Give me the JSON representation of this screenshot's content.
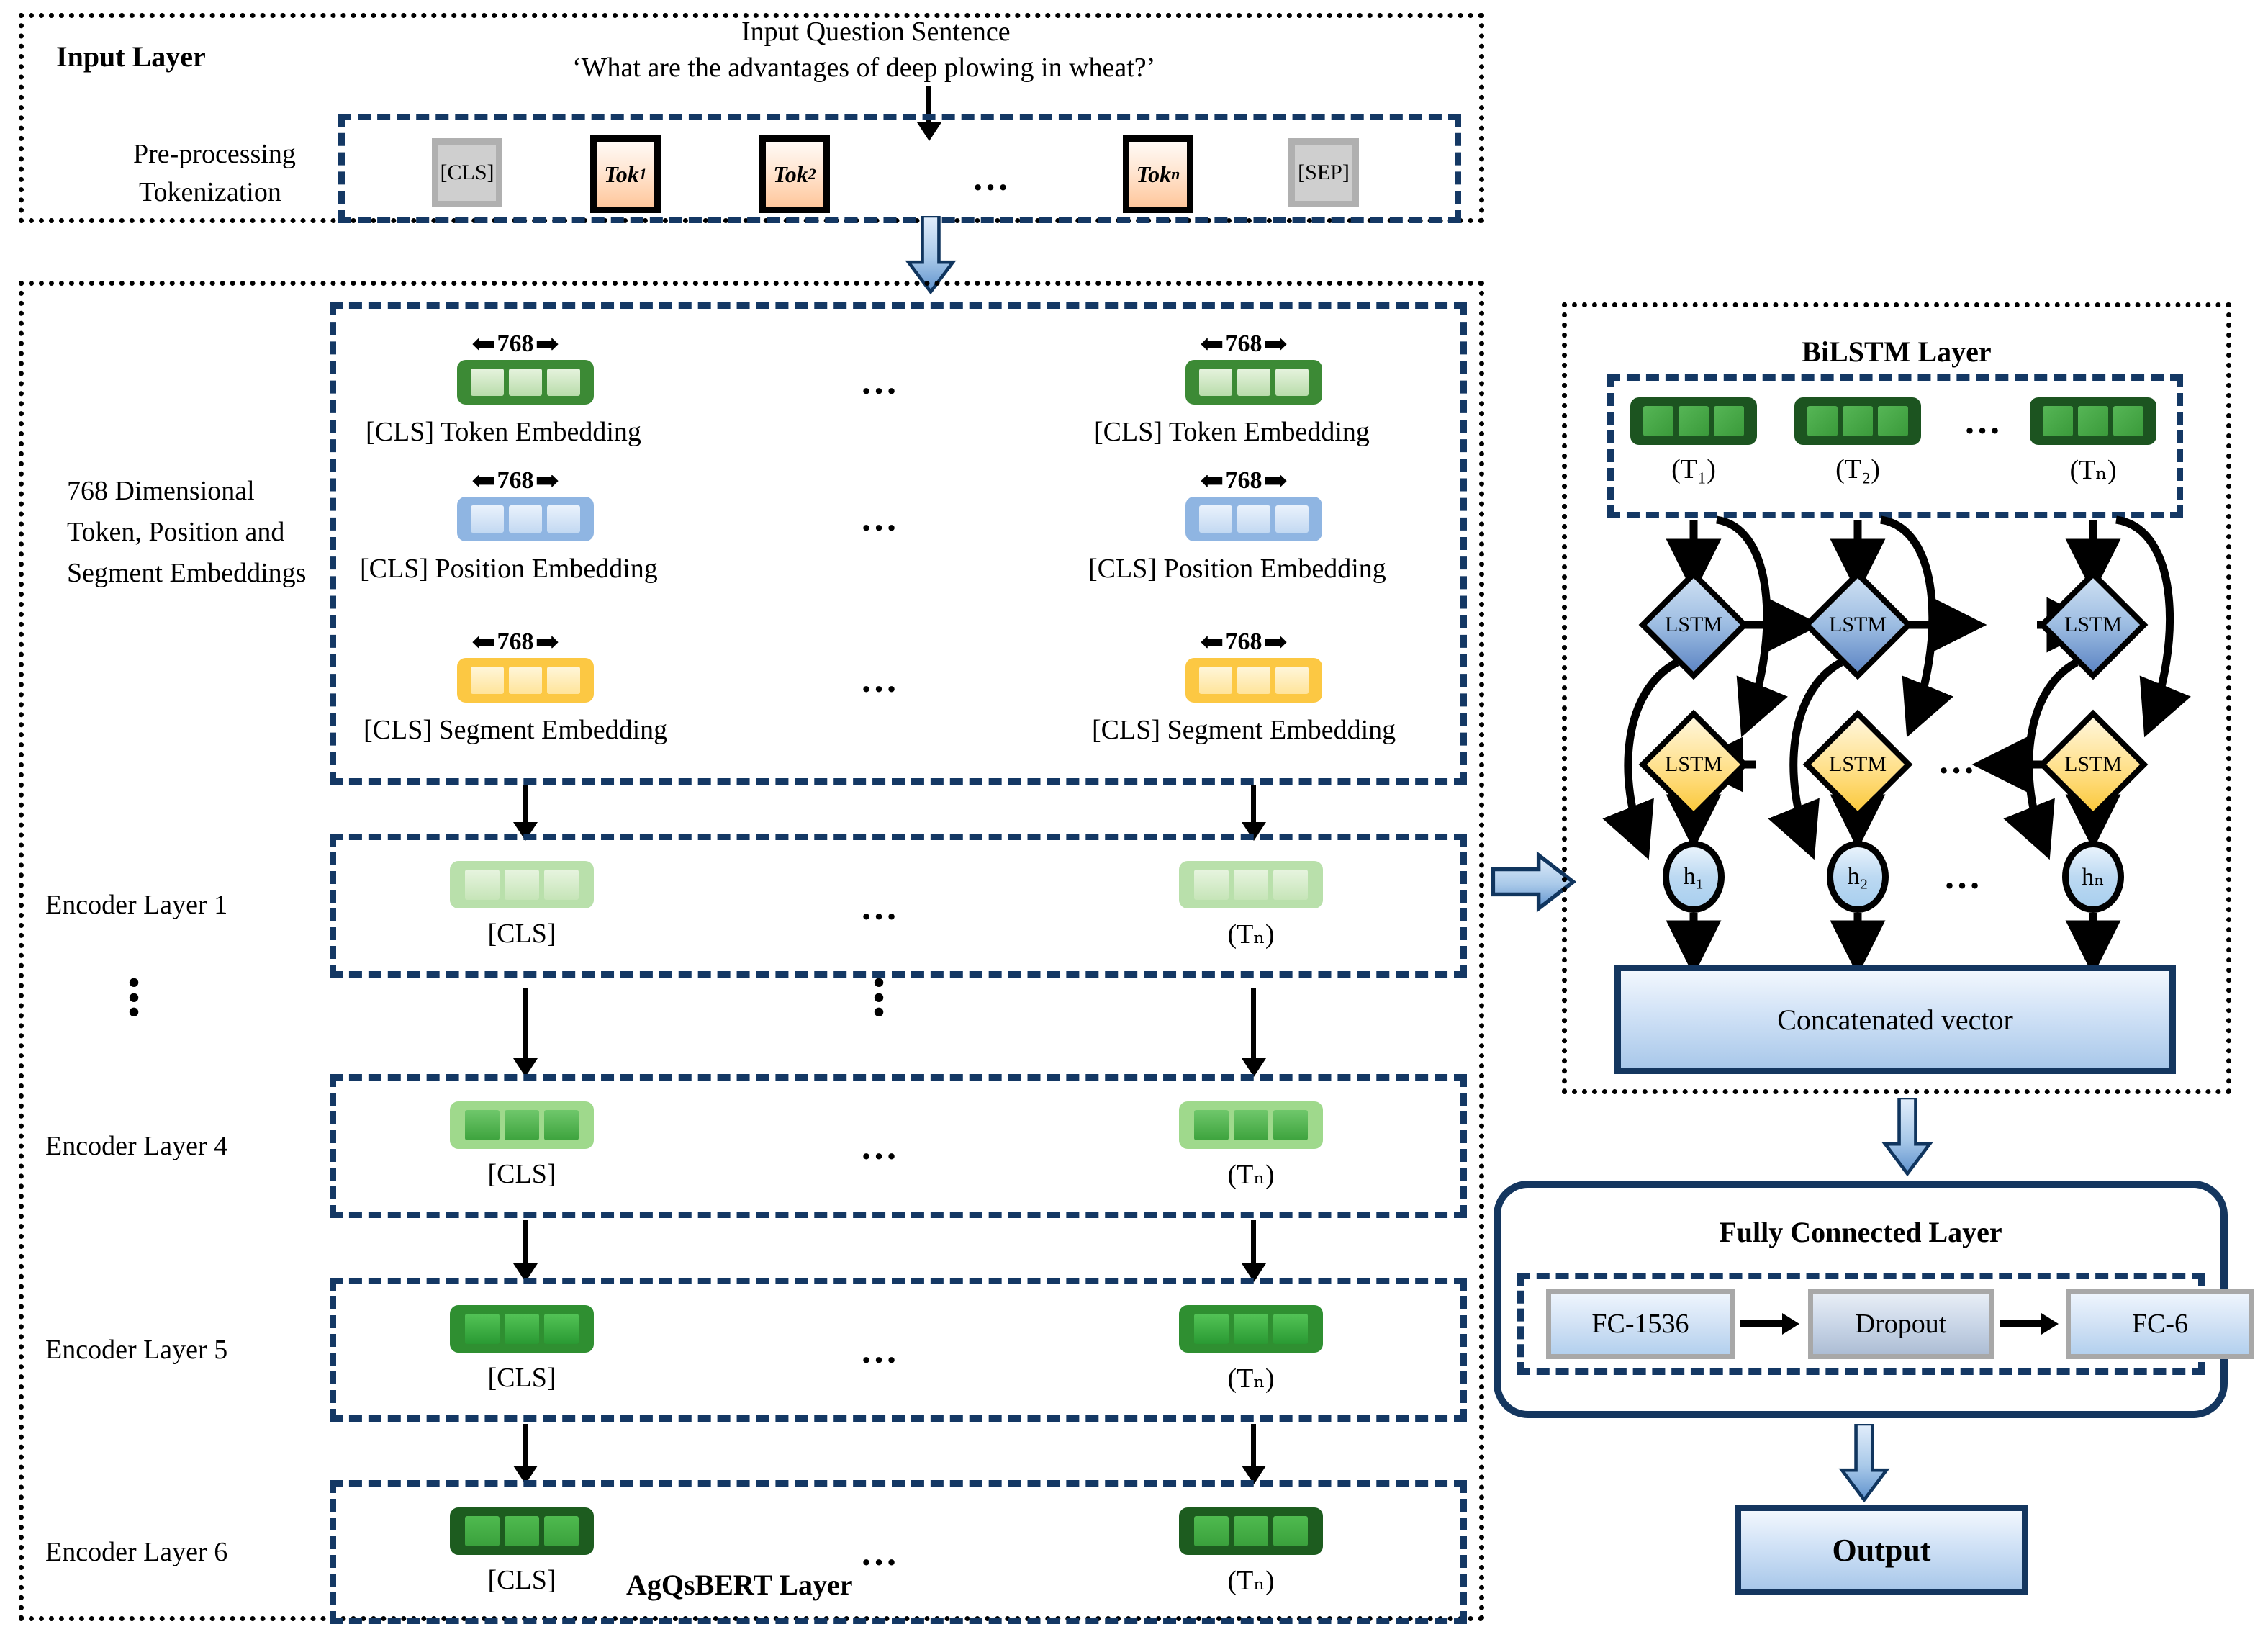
{
  "input_layer": {
    "title": "Input Layer",
    "sentence_title": "Input  Question Sentence",
    "sentence_text": "‘What are the advantages of deep plowing in wheat?’",
    "preprocess_line1": "Pre-processing",
    "preprocess_line2": "Tokenization",
    "tokens": [
      {
        "label": "[CLS]",
        "sub": "",
        "kind": "special"
      },
      {
        "label": "Tok",
        "sub": "1",
        "kind": "token"
      },
      {
        "label": "Tok",
        "sub": "2",
        "kind": "token"
      },
      {
        "label": "…",
        "sub": "",
        "kind": "ellipsis"
      },
      {
        "label": "Tok",
        "sub": "n",
        "kind": "token"
      },
      {
        "label": "[SEP]",
        "sub": "",
        "kind": "special"
      }
    ]
  },
  "agqsbert": {
    "layer_title": "AgQsBERT  Layer",
    "embeddings_side_label_l1": "768 Dimensional",
    "embeddings_side_label_l2": "Token, Position and",
    "embeddings_side_label_l3": "Segment Embeddings",
    "dim_measure": "768",
    "ellipsis": "…",
    "vertical_ellipsis": "⋮",
    "embedding_rows": [
      {
        "name": "token",
        "left_label": "[CLS] Token Embedding",
        "right_label": "[CLS] Token Embedding",
        "outer": "#3c8a35",
        "inner": "#cfe6c4"
      },
      {
        "name": "position",
        "left_label": "[CLS] Position Embedding",
        "right_label": "[CLS] Position Embedding",
        "outer": "#8fb5e2",
        "inner": "#cfdff5"
      },
      {
        "name": "segment",
        "left_label": "[CLS] Segment Embedding",
        "right_label": "[CLS] Segment Embedding",
        "outer": "#fcc843",
        "inner": "#ffe9a8"
      }
    ],
    "encoders": [
      {
        "title": "Encoder Layer 1",
        "left_label": "[CLS]",
        "right_label": "(Tₙ)",
        "outer": "#b9e0ab",
        "inner": "#d9efd0"
      },
      {
        "title": "Encoder Layer 4",
        "left_label": "[CLS]",
        "right_label": "(Tₙ)",
        "outer": "#9fd98c",
        "inner": "#4eb04b"
      },
      {
        "title": "Encoder Layer 5",
        "left_label": "[CLS]",
        "right_label": "(Tₙ)",
        "outer": "#2f8f31",
        "inner": "#55c055"
      },
      {
        "title": "Encoder Layer 6",
        "left_label": "[CLS]",
        "right_label": "(Tₙ)",
        "outer": "#1d5c1f",
        "inner": "#4db54d"
      }
    ]
  },
  "bilstm": {
    "title": "BiLSTM Layer",
    "ellipsis": "…",
    "token_outer": "#1c5420",
    "token_inner": "#3fa23f",
    "inputs": [
      {
        "label": "(T₁)"
      },
      {
        "label": "(T₂)"
      },
      {
        "label": "(Tₙ)"
      }
    ],
    "forward_cells": [
      "LSTM",
      "LSTM",
      "LSTM"
    ],
    "backward_cells": [
      "LSTM",
      "LSTM",
      "LSTM"
    ],
    "hidden_states": [
      "h₁",
      "h₂",
      "hₙ"
    ],
    "concat_label": "Concatenated vector"
  },
  "fully_connected": {
    "title": "Fully Connected Layer",
    "blocks": [
      {
        "label": "FC-1536",
        "style": "blue"
      },
      {
        "label": "Dropout",
        "style": "gray"
      },
      {
        "label": "FC-6",
        "style": "blue"
      }
    ]
  },
  "output": {
    "label": "Output"
  },
  "colors": {
    "navy": "#14365f",
    "black": "#000000",
    "arrow_blue_light": "#dbe8f7",
    "arrow_blue_dark": "#5d90cc"
  }
}
